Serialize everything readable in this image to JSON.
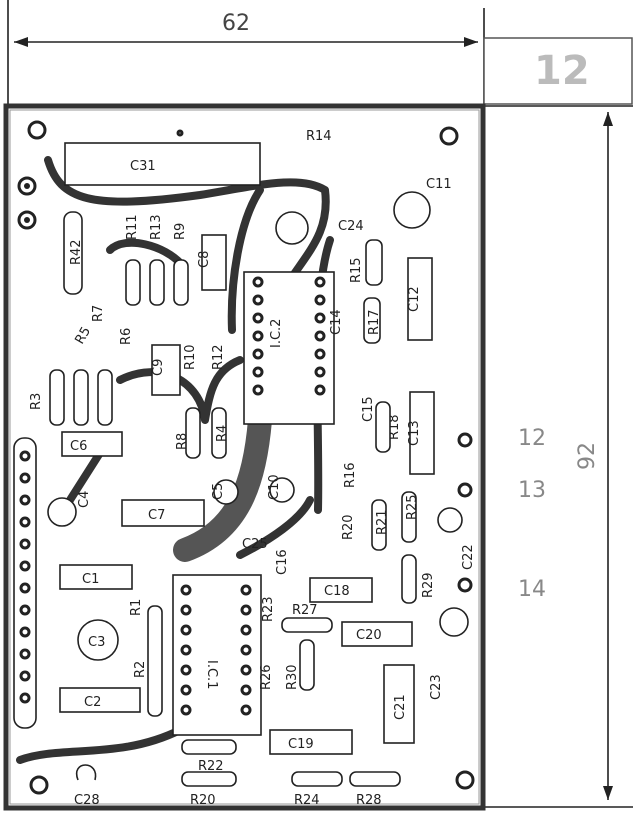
{
  "dimensions": {
    "width": "62",
    "height": "92",
    "margin": "12"
  },
  "side_labels": [
    "12",
    "13",
    "14"
  ],
  "ics": [
    "I.C.1",
    "I.C.2"
  ],
  "capacitors": [
    "C31",
    "C11",
    "C8",
    "C24",
    "C12",
    "C14",
    "C9",
    "C15",
    "C13",
    "C6",
    "C5",
    "C10",
    "C7",
    "C4",
    "C25",
    "C16",
    "C1",
    "C18",
    "C20",
    "C3",
    "C2",
    "C21",
    "C19",
    "C23",
    "C22",
    "C28"
  ],
  "resistors": [
    "R14",
    "R42",
    "R11",
    "R13",
    "R9",
    "R15",
    "R7",
    "R5",
    "R6",
    "R10",
    "R12",
    "R17",
    "R3",
    "R8",
    "R4",
    "R18",
    "R16",
    "R20",
    "R21",
    "R25",
    "R29",
    "R1",
    "R2",
    "R27",
    "R23",
    "R26",
    "R30",
    "R22",
    "R20",
    "R24",
    "R28"
  ]
}
